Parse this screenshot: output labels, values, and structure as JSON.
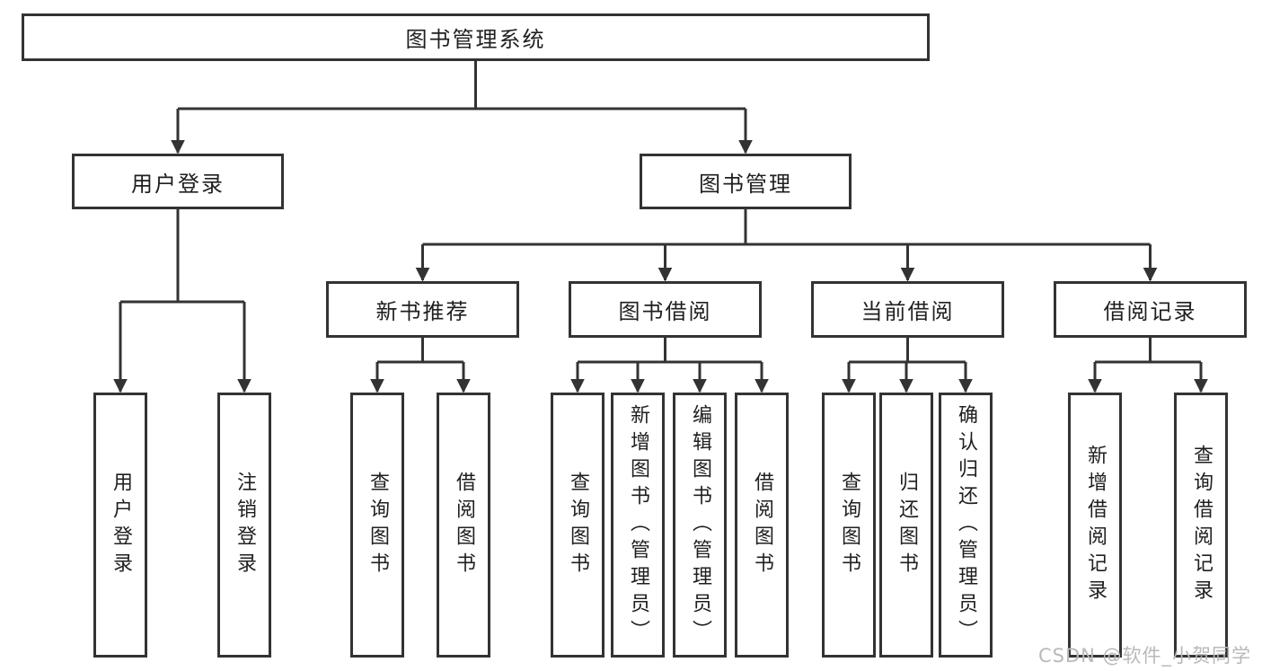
{
  "colors": {
    "line": "#333333",
    "box_border": "#333333",
    "text": "#1f1f1f",
    "watermark": "#b9b9b9",
    "background": "#ffffff"
  },
  "tree": {
    "root": {
      "label": "图书管理系统",
      "children": [
        {
          "label": "用户登录",
          "children": [
            {
              "label": "用户登录"
            },
            {
              "label": "注销登录"
            }
          ]
        },
        {
          "label": "图书管理",
          "children": [
            {
              "label": "新书推荐",
              "children": [
                {
                  "label": "查询图书"
                },
                {
                  "label": "借阅图书"
                }
              ]
            },
            {
              "label": "图书借阅",
              "children": [
                {
                  "label": "查询图书"
                },
                {
                  "label": "新增图书（管理员）"
                },
                {
                  "label": "编辑图书（管理员）"
                },
                {
                  "label": "借阅图书"
                }
              ]
            },
            {
              "label": "当前借阅",
              "children": [
                {
                  "label": "查询图书"
                },
                {
                  "label": "归还图书"
                },
                {
                  "label": "确认归还（管理员）"
                }
              ]
            },
            {
              "label": "借阅记录",
              "children": [
                {
                  "label": "新增借阅记录"
                },
                {
                  "label": "查询借阅记录"
                }
              ]
            }
          ]
        }
      ]
    }
  },
  "watermark": {
    "text": "CSDN @软件_小贺同学"
  }
}
